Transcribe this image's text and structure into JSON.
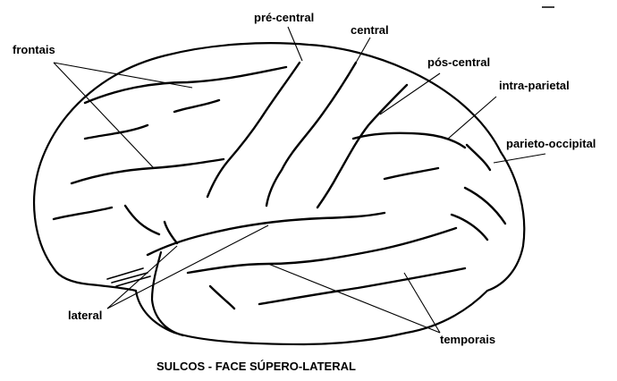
{
  "labels": {
    "pre_central": "pré-central",
    "central": "central",
    "frontais": "frontais",
    "pos_central": "pós-central",
    "intra_parietal": "intra-parietal",
    "parieto_occipital": "parieto-occipital",
    "lateral": "lateral",
    "temporais": "temporais"
  },
  "caption": "SULCOS - FACE SÚPERO-LATERAL",
  "colors": {
    "ink": "#000000",
    "background": "#ffffff"
  }
}
